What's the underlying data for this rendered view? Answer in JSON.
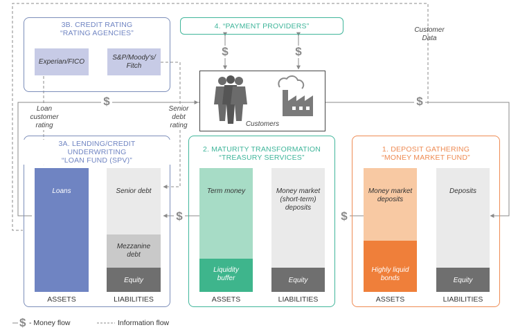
{
  "colors": {
    "blue_frame": "#7b8db9",
    "teal_frame": "#3fb59a",
    "orange_frame": "#ee8a52",
    "loans": "#6f84c2",
    "source_box": "#c7cbe6",
    "term_money": "#a7dcc6",
    "liquidity_buffer": "#3eb58c",
    "mm_deposits_asset": "#f8c9a3",
    "liquid_bonds": "#ef7f3a",
    "liability_light": "#eaeaea",
    "liability_mid": "#c9c9c9",
    "equity": "#6f6f6f",
    "flow": "#8a8a8a"
  },
  "dollar_symbol": "$",
  "payment": {
    "title": "4. “PAYMENT PROVIDERS”"
  },
  "customer_data_label": "Customer\nData",
  "customers": {
    "label": "Customers"
  },
  "credit_rating": {
    "title": "3B. CREDIT RATING\n“RATING AGENCIES”",
    "source1": "Experian/FICO",
    "source2": "S&P/Moody's/\nFitch"
  },
  "loan_rating_label": "Loan\ncustomer\nrating",
  "senior_rating_label": "Senior\ndebt\nrating",
  "lending": {
    "title": "3A. LENDING/CREDIT\nUNDERWRITING\n“LOAN FUND (SPV)”",
    "loans": "Loans",
    "senior_debt": "Senior debt",
    "mezzanine": "Mezzanine\ndebt",
    "equity": "Equity",
    "assets": "ASSETS",
    "liabilities": "LIABILITIES"
  },
  "maturity": {
    "title": "2. MATURITY TRANSFORMATION\n“TREASURY SERVICES”",
    "term_money": "Term money",
    "liquidity_buffer": "Liquidity\nbuffer",
    "mm_deposits": "Money market\n(short-term)\ndeposits",
    "equity": "Equity",
    "assets": "ASSETS",
    "liabilities": "LIABILITIES"
  },
  "deposit": {
    "title": "1. DEPOSIT GATHERING\n“MONEY MARKET FUND”",
    "mm_deposits": "Money market\ndeposits",
    "liquid_bonds": "Highly liquid\nbonds",
    "deposits": "Deposits",
    "equity": "Equity",
    "assets": "ASSETS",
    "liabilities": "LIABILITIES"
  },
  "legend": {
    "money_symbol": "$",
    "money_flow": "- Money flow",
    "info_flow": "Information flow"
  }
}
